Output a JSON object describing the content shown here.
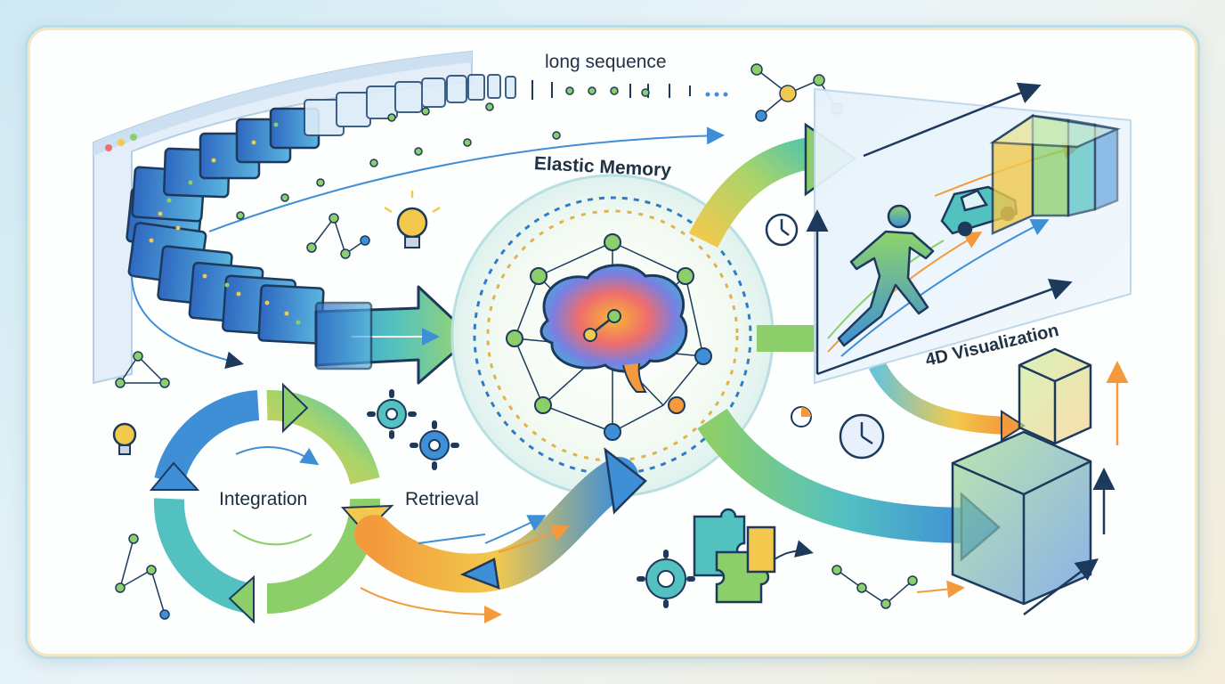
{
  "labels": {
    "long_sequence": "long sequence",
    "elastic_memory": "Elastic Memory",
    "integration": "Integration",
    "retrieval": "Retrieval",
    "visualization_4d": "4D Visualization"
  },
  "icons": [
    "lightbulb-icon",
    "clock-icon",
    "gear-icon",
    "puzzle-icon",
    "brain-icon",
    "runner-icon",
    "car-icon",
    "cube-icon",
    "browser-window-icon"
  ],
  "colors": {
    "blue": "#3f8fd6",
    "teal": "#4cbfbf",
    "green": "#8ccf6a",
    "yellow": "#f2c94c",
    "orange": "#f39a3c",
    "navy": "#1d3a5c"
  }
}
